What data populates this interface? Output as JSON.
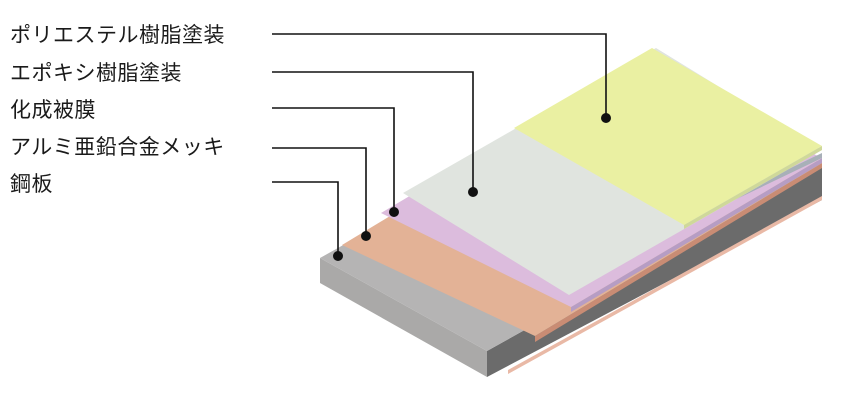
{
  "layers": [
    {
      "label": "ポリエステル樹脂塗装",
      "color": "#eaf0a2"
    },
    {
      "label": "エポキシ樹脂塗装",
      "color": "#e0e4df"
    },
    {
      "label": "化成被膜",
      "color": "#dcbcdd"
    },
    {
      "label": "アルミ亜鉛合金メッキ",
      "color": "#e3b296"
    },
    {
      "label": "鋼板",
      "color": "#b5b4b4"
    }
  ]
}
